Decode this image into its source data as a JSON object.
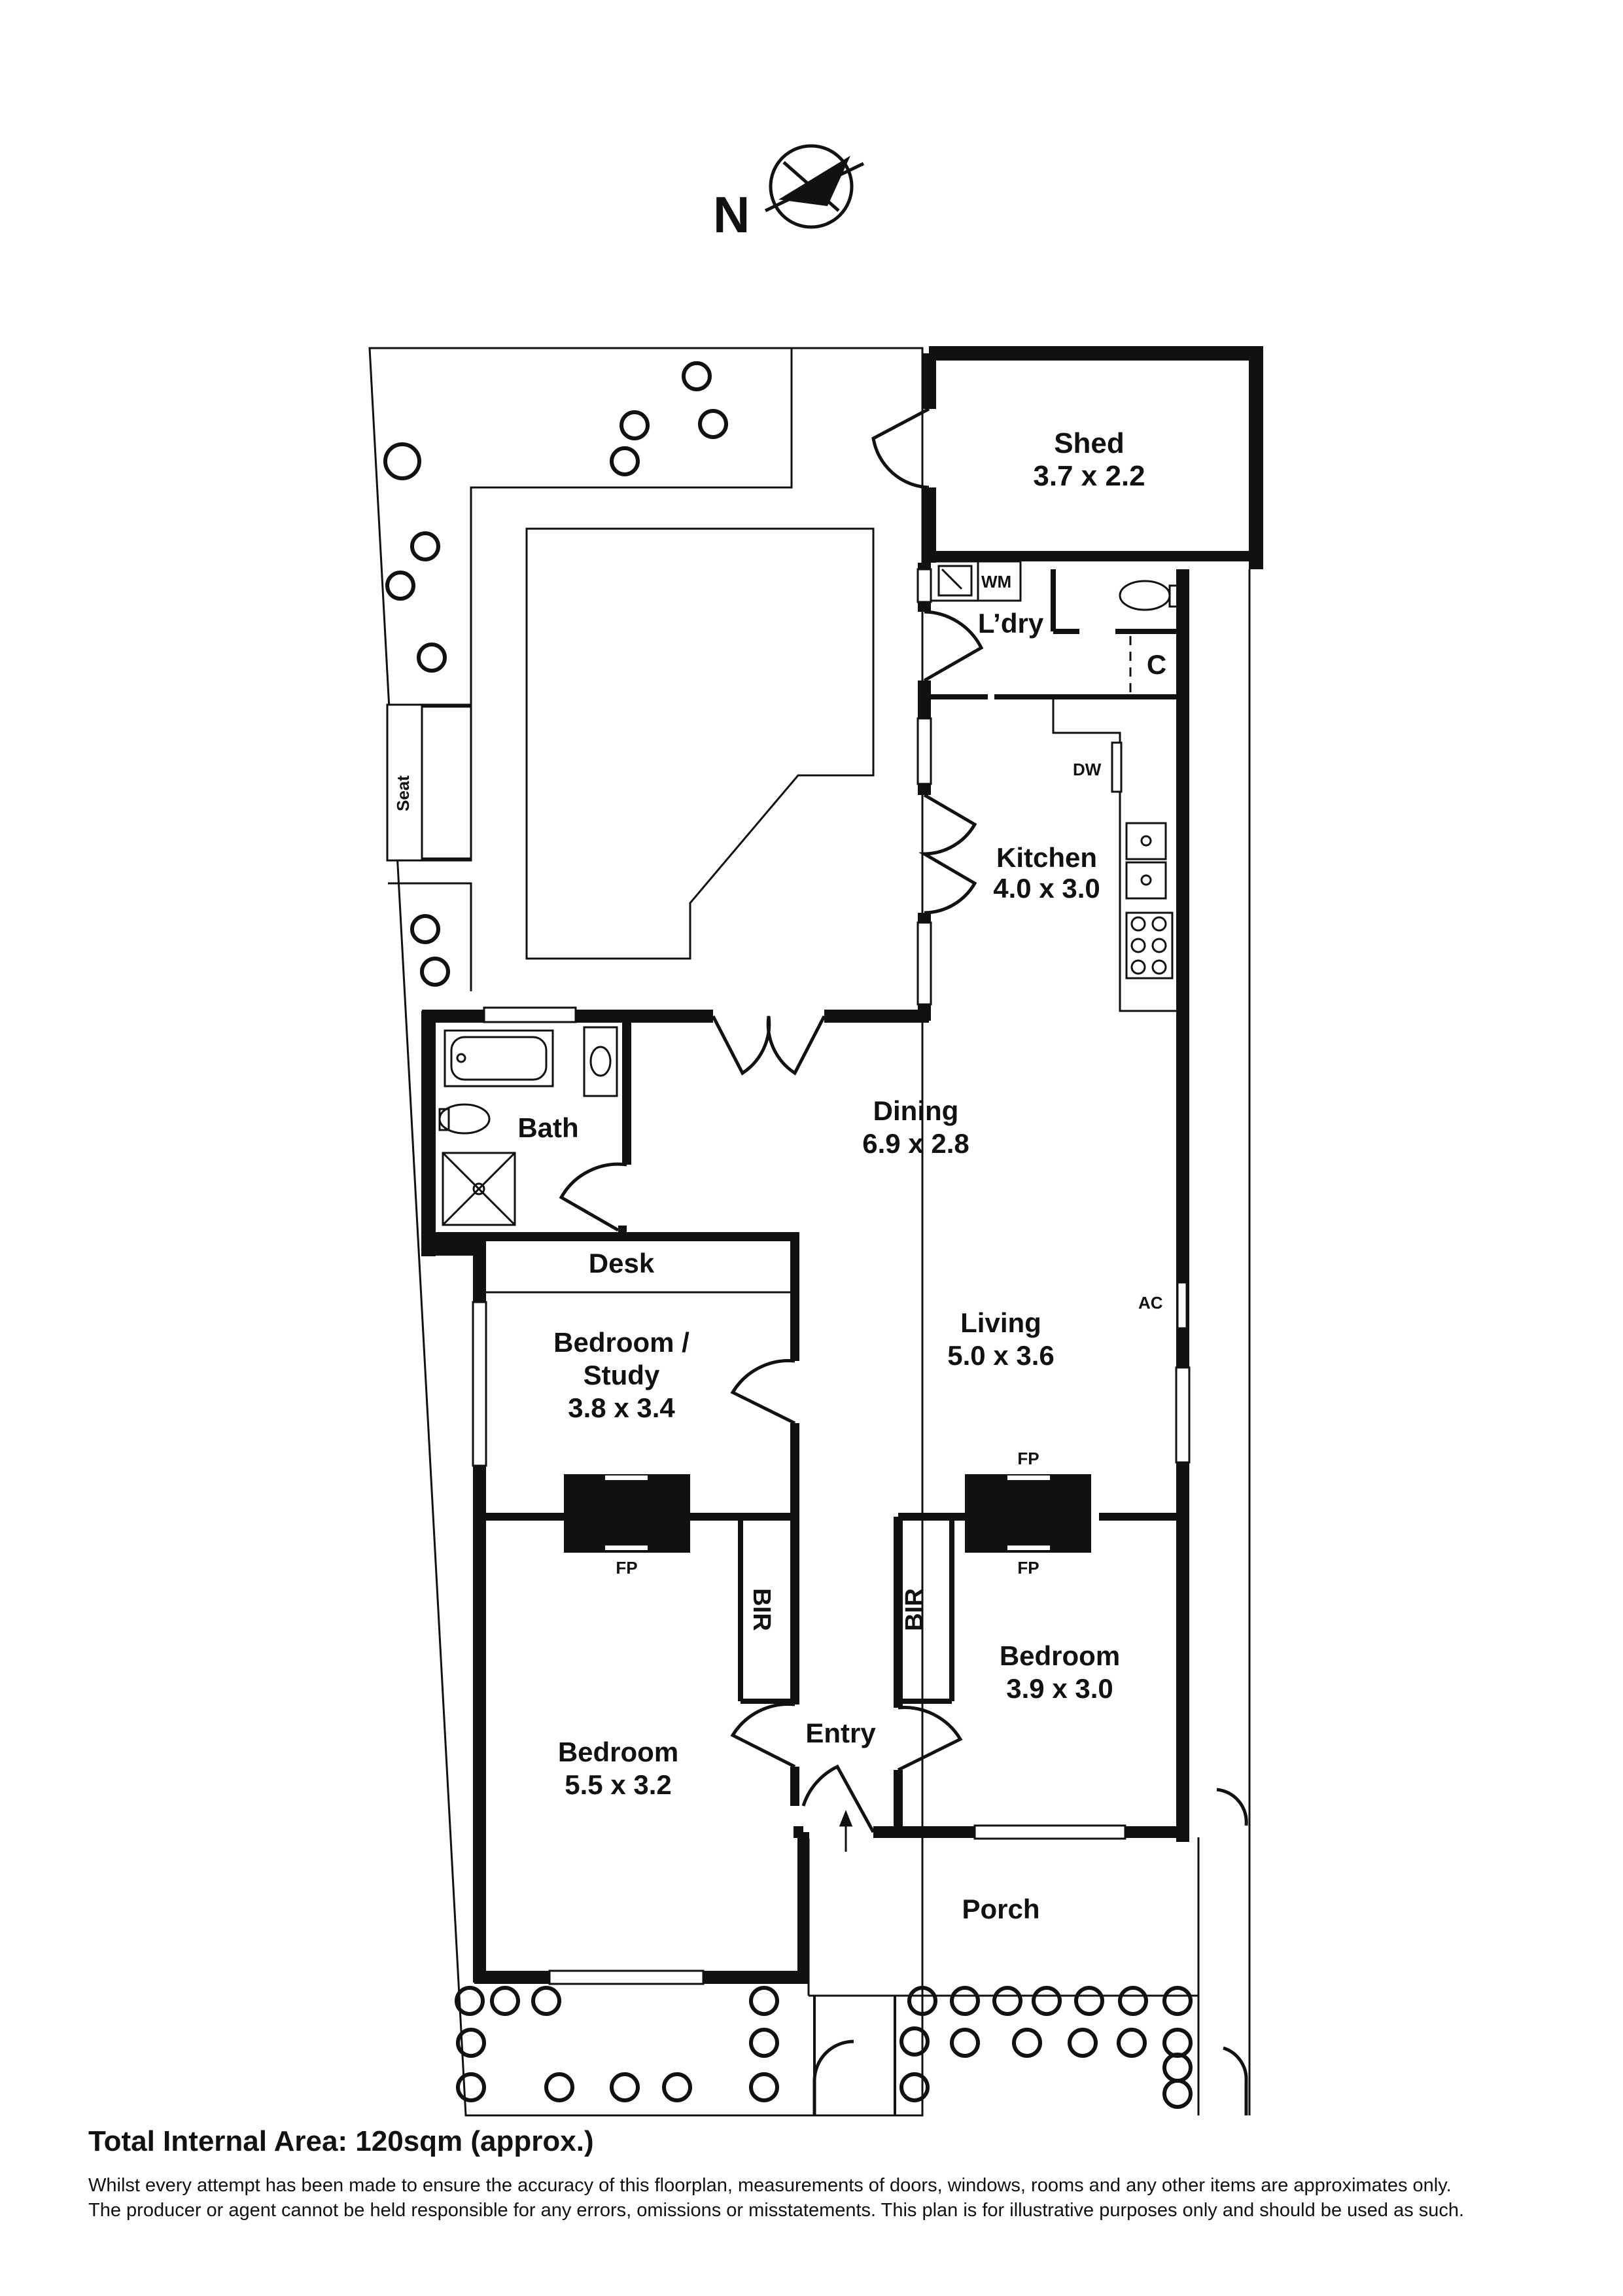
{
  "north": "N",
  "rooms": {
    "shed": {
      "name": "Shed",
      "dims": "3.7 x 2.2"
    },
    "laundry": {
      "name": "L’dry"
    },
    "wm": "WM",
    "cupboard": "C",
    "kitchen": {
      "name": "Kitchen",
      "dims": "4.0 x 3.0"
    },
    "dw": "DW",
    "dining": {
      "name": "Dining",
      "dims": "6.9 x 2.8"
    },
    "bath": {
      "name": "Bath"
    },
    "desk": "Desk",
    "study": {
      "name1": "Bedroom /",
      "name2": "Study",
      "dims": "3.8 x 3.4"
    },
    "living": {
      "name": "Living",
      "dims": "5.0 x 3.6"
    },
    "ac": "AC",
    "fp": "FP",
    "bir": "BIR",
    "bedroom_right": {
      "name": "Bedroom",
      "dims": "3.9 x 3.0"
    },
    "bedroom_left": {
      "name": "Bedroom",
      "dims": "5.5 x 3.2"
    },
    "entry": "Entry",
    "porch": "Porch",
    "seat": "Seat"
  },
  "total_area": "Total Internal Area: 120sqm (approx.)",
  "disclaimer_1": "Whilst every attempt has been made to ensure the accuracy of this floorplan, measurements of doors, windows, rooms and any other items are approximates only.",
  "disclaimer_2": "The producer or agent cannot be held responsible for any errors, omissions or misstatements. This plan is for illustrative purposes only and should be used as such."
}
